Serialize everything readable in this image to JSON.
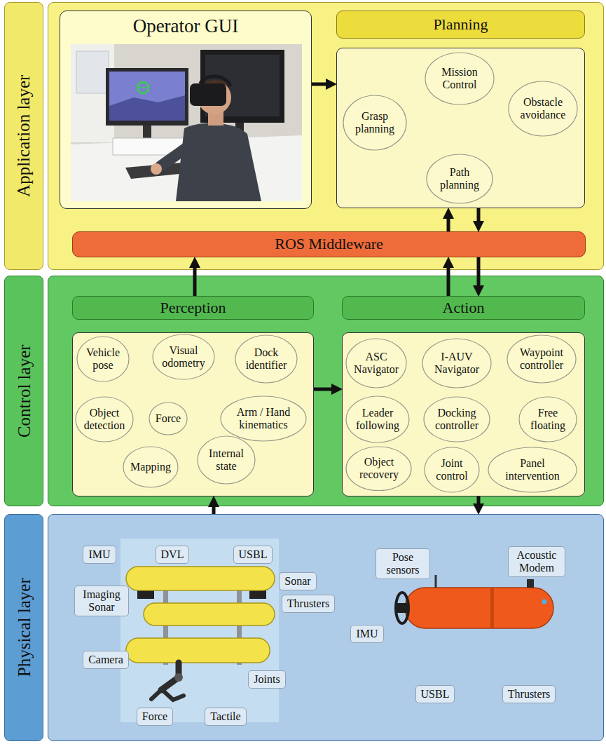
{
  "diagram": {
    "nodes": [
      {
        "text": [
          "Application layer"
        ]
      },
      {
        "text": [
          "Operator GUI"
        ],
        "in": 0
      },
      {
        "text": [
          "Planning"
        ],
        "in": 0
      },
      {
        "text": [
          "Mission Control"
        ],
        "in": 2
      },
      {
        "text": [
          "Grasp planning"
        ],
        "in": 2
      },
      {
        "text": [
          "Obstacle avoidance"
        ],
        "in": 2
      },
      {
        "text": [
          "Path planning"
        ],
        "in": 2
      },
      {
        "text": [
          "ROS Middleware"
        ],
        "in": 0
      },
      {
        "text": [
          "Control layer"
        ]
      },
      {
        "text": [
          "Perception"
        ],
        "in": 8
      },
      {
        "text": [
          "Vehicle pose"
        ],
        "in": 9
      },
      {
        "text": [
          "Visual odometry"
        ],
        "in": 9
      },
      {
        "text": [
          "Dock identifier"
        ],
        "in": 9
      },
      {
        "text": [
          "Object detection"
        ],
        "in": 9
      },
      {
        "text": [
          "Force"
        ],
        "in": 9
      },
      {
        "text": [
          "Arm / Hand kinematics"
        ],
        "in": 9
      },
      {
        "text": [
          "Mapping"
        ],
        "in": 9
      },
      {
        "text": [
          "Internal state"
        ],
        "in": 9
      },
      {
        "text": [
          "Action"
        ],
        "in": 8
      },
      {
        "text": [
          "ASC Navigator"
        ],
        "in": 18
      },
      {
        "text": [
          "I-AUV Navigator"
        ],
        "in": 18
      },
      {
        "text": [
          "Waypoint controller"
        ],
        "in": 18
      },
      {
        "text": [
          "Leader following"
        ],
        "in": 18
      },
      {
        "text": [
          "Docking controller"
        ],
        "in": 18
      },
      {
        "text": [
          "Free floating"
        ],
        "in": 18
      },
      {
        "text": [
          "Object recovery"
        ],
        "in": 18
      },
      {
        "text": [
          "Joint control"
        ],
        "in": 18
      },
      {
        "text": [
          "Panel intervention"
        ],
        "in": 18
      },
      {
        "text": [
          "Physical layer"
        ]
      },
      {
        "text": [
          "IMU"
        ],
        "in": 28
      },
      {
        "text": [
          "DVL"
        ],
        "in": 28
      },
      {
        "text": [
          "USBL"
        ],
        "in": 28
      },
      {
        "text": [
          "Imaging Sonar"
        ],
        "in": 28
      },
      {
        "text": [
          "Sonar"
        ],
        "in": 28
      },
      {
        "text": [
          "Thrusters"
        ],
        "in": 28
      },
      {
        "text": [
          "Camera"
        ],
        "in": 28
      },
      {
        "text": [
          "Joints"
        ],
        "in": 28
      },
      {
        "text": [
          "Force"
        ],
        "in": 28
      },
      {
        "text": [
          "Tactile"
        ],
        "in": 28
      },
      {
        "text": [
          "Pose sensors"
        ],
        "in": 28
      },
      {
        "text": [
          "Acoustic Modem"
        ],
        "in": 28
      },
      {
        "text": [
          "IMU"
        ],
        "in": 28
      },
      {
        "text": [
          "USBL"
        ],
        "in": 28
      },
      {
        "text": [
          "Thrusters"
        ],
        "in": 28
      }
    ],
    "edges": [
      {
        "from": 1,
        "to": 2,
        "arrow": "to"
      },
      {
        "from": 7,
        "to": 2,
        "arrow": "to"
      },
      {
        "from": 2,
        "to": 7,
        "arrow": "to"
      },
      {
        "from": 9,
        "to": 7,
        "arrow": "to"
      },
      {
        "from": 18,
        "to": 7,
        "arrow": "to"
      },
      {
        "from": 7,
        "to": 18,
        "arrow": "to"
      },
      {
        "from": 9,
        "to": 18,
        "arrow": "to"
      },
      {
        "from": 28,
        "to": 9,
        "arrow": "to"
      },
      {
        "from": 18,
        "to": 28,
        "arrow": "to"
      }
    ]
  }
}
